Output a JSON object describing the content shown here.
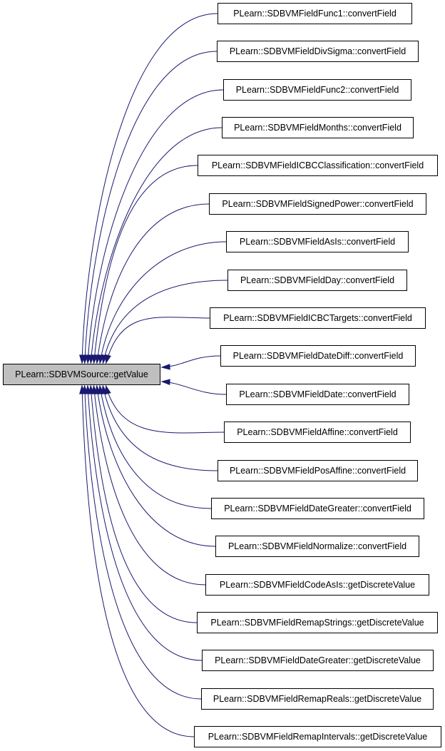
{
  "graph": {
    "edge_color": "#191970",
    "root_fill": "#bfbfbf",
    "root": {
      "label": "PLearn::SDBVMSource::getValue"
    },
    "callers": [
      {
        "label": "PLearn::SDBVMFieldFunc1::convertField"
      },
      {
        "label": "PLearn::SDBVMFieldDivSigma::convertField"
      },
      {
        "label": "PLearn::SDBVMFieldFunc2::convertField"
      },
      {
        "label": "PLearn::SDBVMFieldMonths::convertField"
      },
      {
        "label": "PLearn::SDBVMFieldICBCClassification::convertField"
      },
      {
        "label": "PLearn::SDBVMFieldSignedPower::convertField"
      },
      {
        "label": "PLearn::SDBVMFieldAsIs::convertField"
      },
      {
        "label": "PLearn::SDBVMFieldDay::convertField"
      },
      {
        "label": "PLearn::SDBVMFieldICBCTargets::convertField"
      },
      {
        "label": "PLearn::SDBVMFieldDateDiff::convertField"
      },
      {
        "label": "PLearn::SDBVMFieldDate::convertField"
      },
      {
        "label": "PLearn::SDBVMFieldAffine::convertField"
      },
      {
        "label": "PLearn::SDBVMFieldPosAffine::convertField"
      },
      {
        "label": "PLearn::SDBVMFieldDateGreater::convertField"
      },
      {
        "label": "PLearn::SDBVMFieldNormalize::convertField"
      },
      {
        "label": "PLearn::SDBVMFieldCodeAsIs::getDiscreteValue"
      },
      {
        "label": "PLearn::SDBVMFieldRemapStrings::getDiscreteValue"
      },
      {
        "label": "PLearn::SDBVMFieldDateGreater::getDiscreteValue"
      },
      {
        "label": "PLearn::SDBVMFieldRemapReals::getDiscreteValue"
      },
      {
        "label": "PLearn::SDBVMFieldRemapIntervals::getDiscreteValue"
      }
    ]
  }
}
